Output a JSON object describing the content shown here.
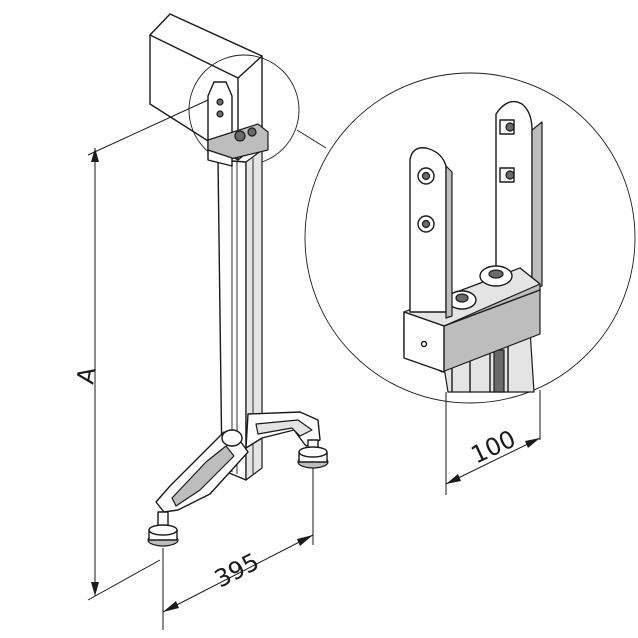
{
  "dimensions": {
    "height_label": "A",
    "base_width_label": "395",
    "bracket_width_label": "100"
  }
}
